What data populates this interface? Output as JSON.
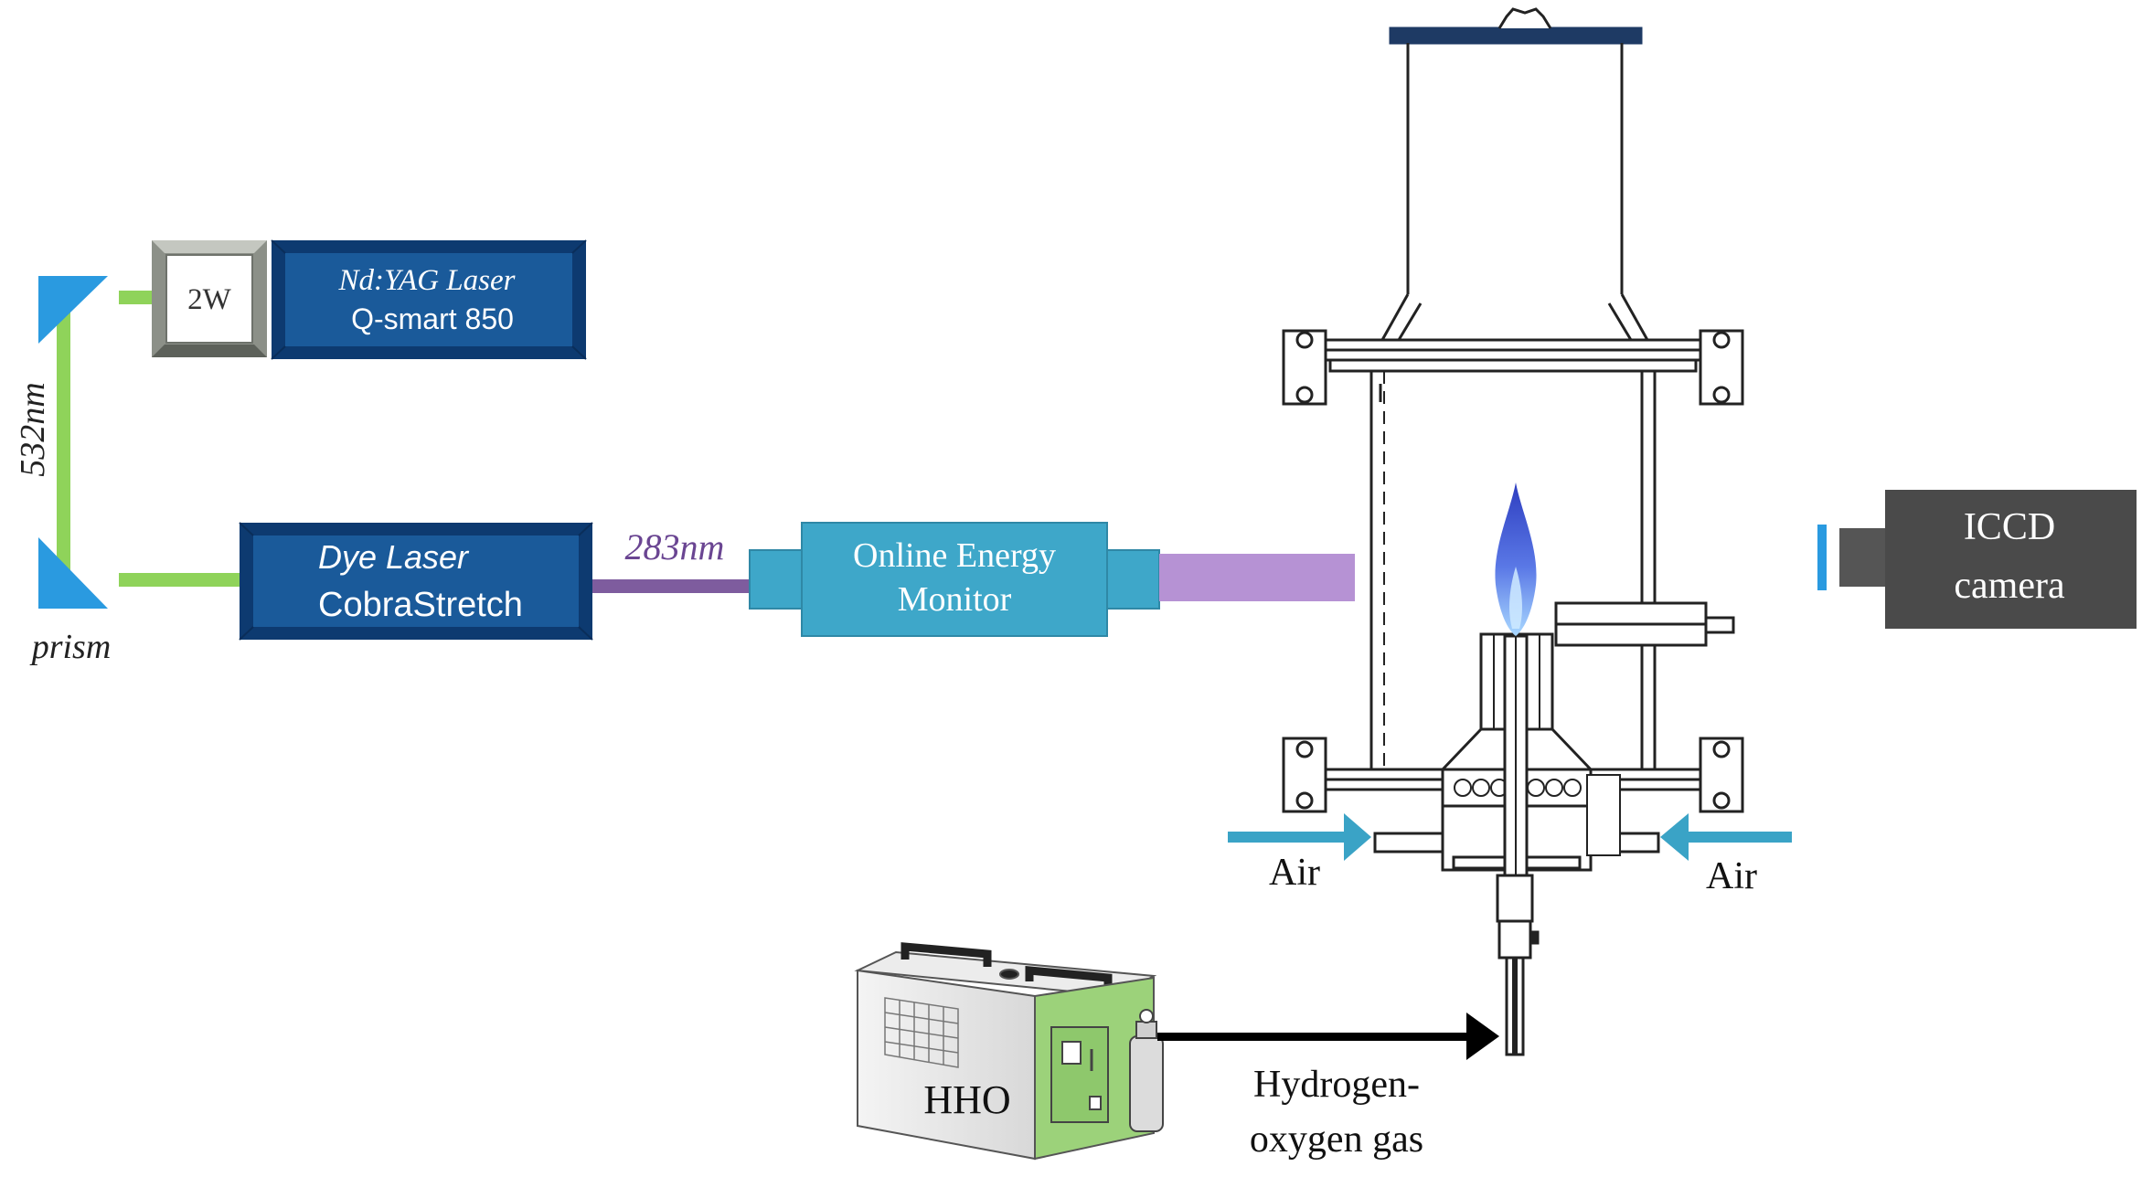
{
  "labels": {
    "doubler": "2W",
    "ndyag_line1": "Nd:YAG Laser",
    "ndyag_line2": "Q-smart 850",
    "wavelength_green": "532nm",
    "prism": "prism",
    "dye_line1": "Dye Laser",
    "dye_line2": "CobraStretch",
    "wavelength_uv": "283nm",
    "monitor_line1": "Online Energy",
    "monitor_line2": "Monitor",
    "camera_line1": "ICCD",
    "camera_line2": "camera",
    "air_left": "Air",
    "air_right": "Air",
    "hho": "HHO",
    "gas_line1": "Hydrogen-",
    "gas_line2": "oxygen gas"
  },
  "colors": {
    "laser_blue": "#1a5a9a",
    "green_beam": "#8fd35a",
    "uv_beam": "#7e5c9e",
    "sheet_beam": "#b692d4",
    "monitor": "#3ea7c9",
    "camera": "#4a4a4a",
    "prism": "#2a9ae0",
    "air_arrow": "#3aa3c6",
    "hho_green": "#9cd27a",
    "flame": "#4a62d8"
  }
}
